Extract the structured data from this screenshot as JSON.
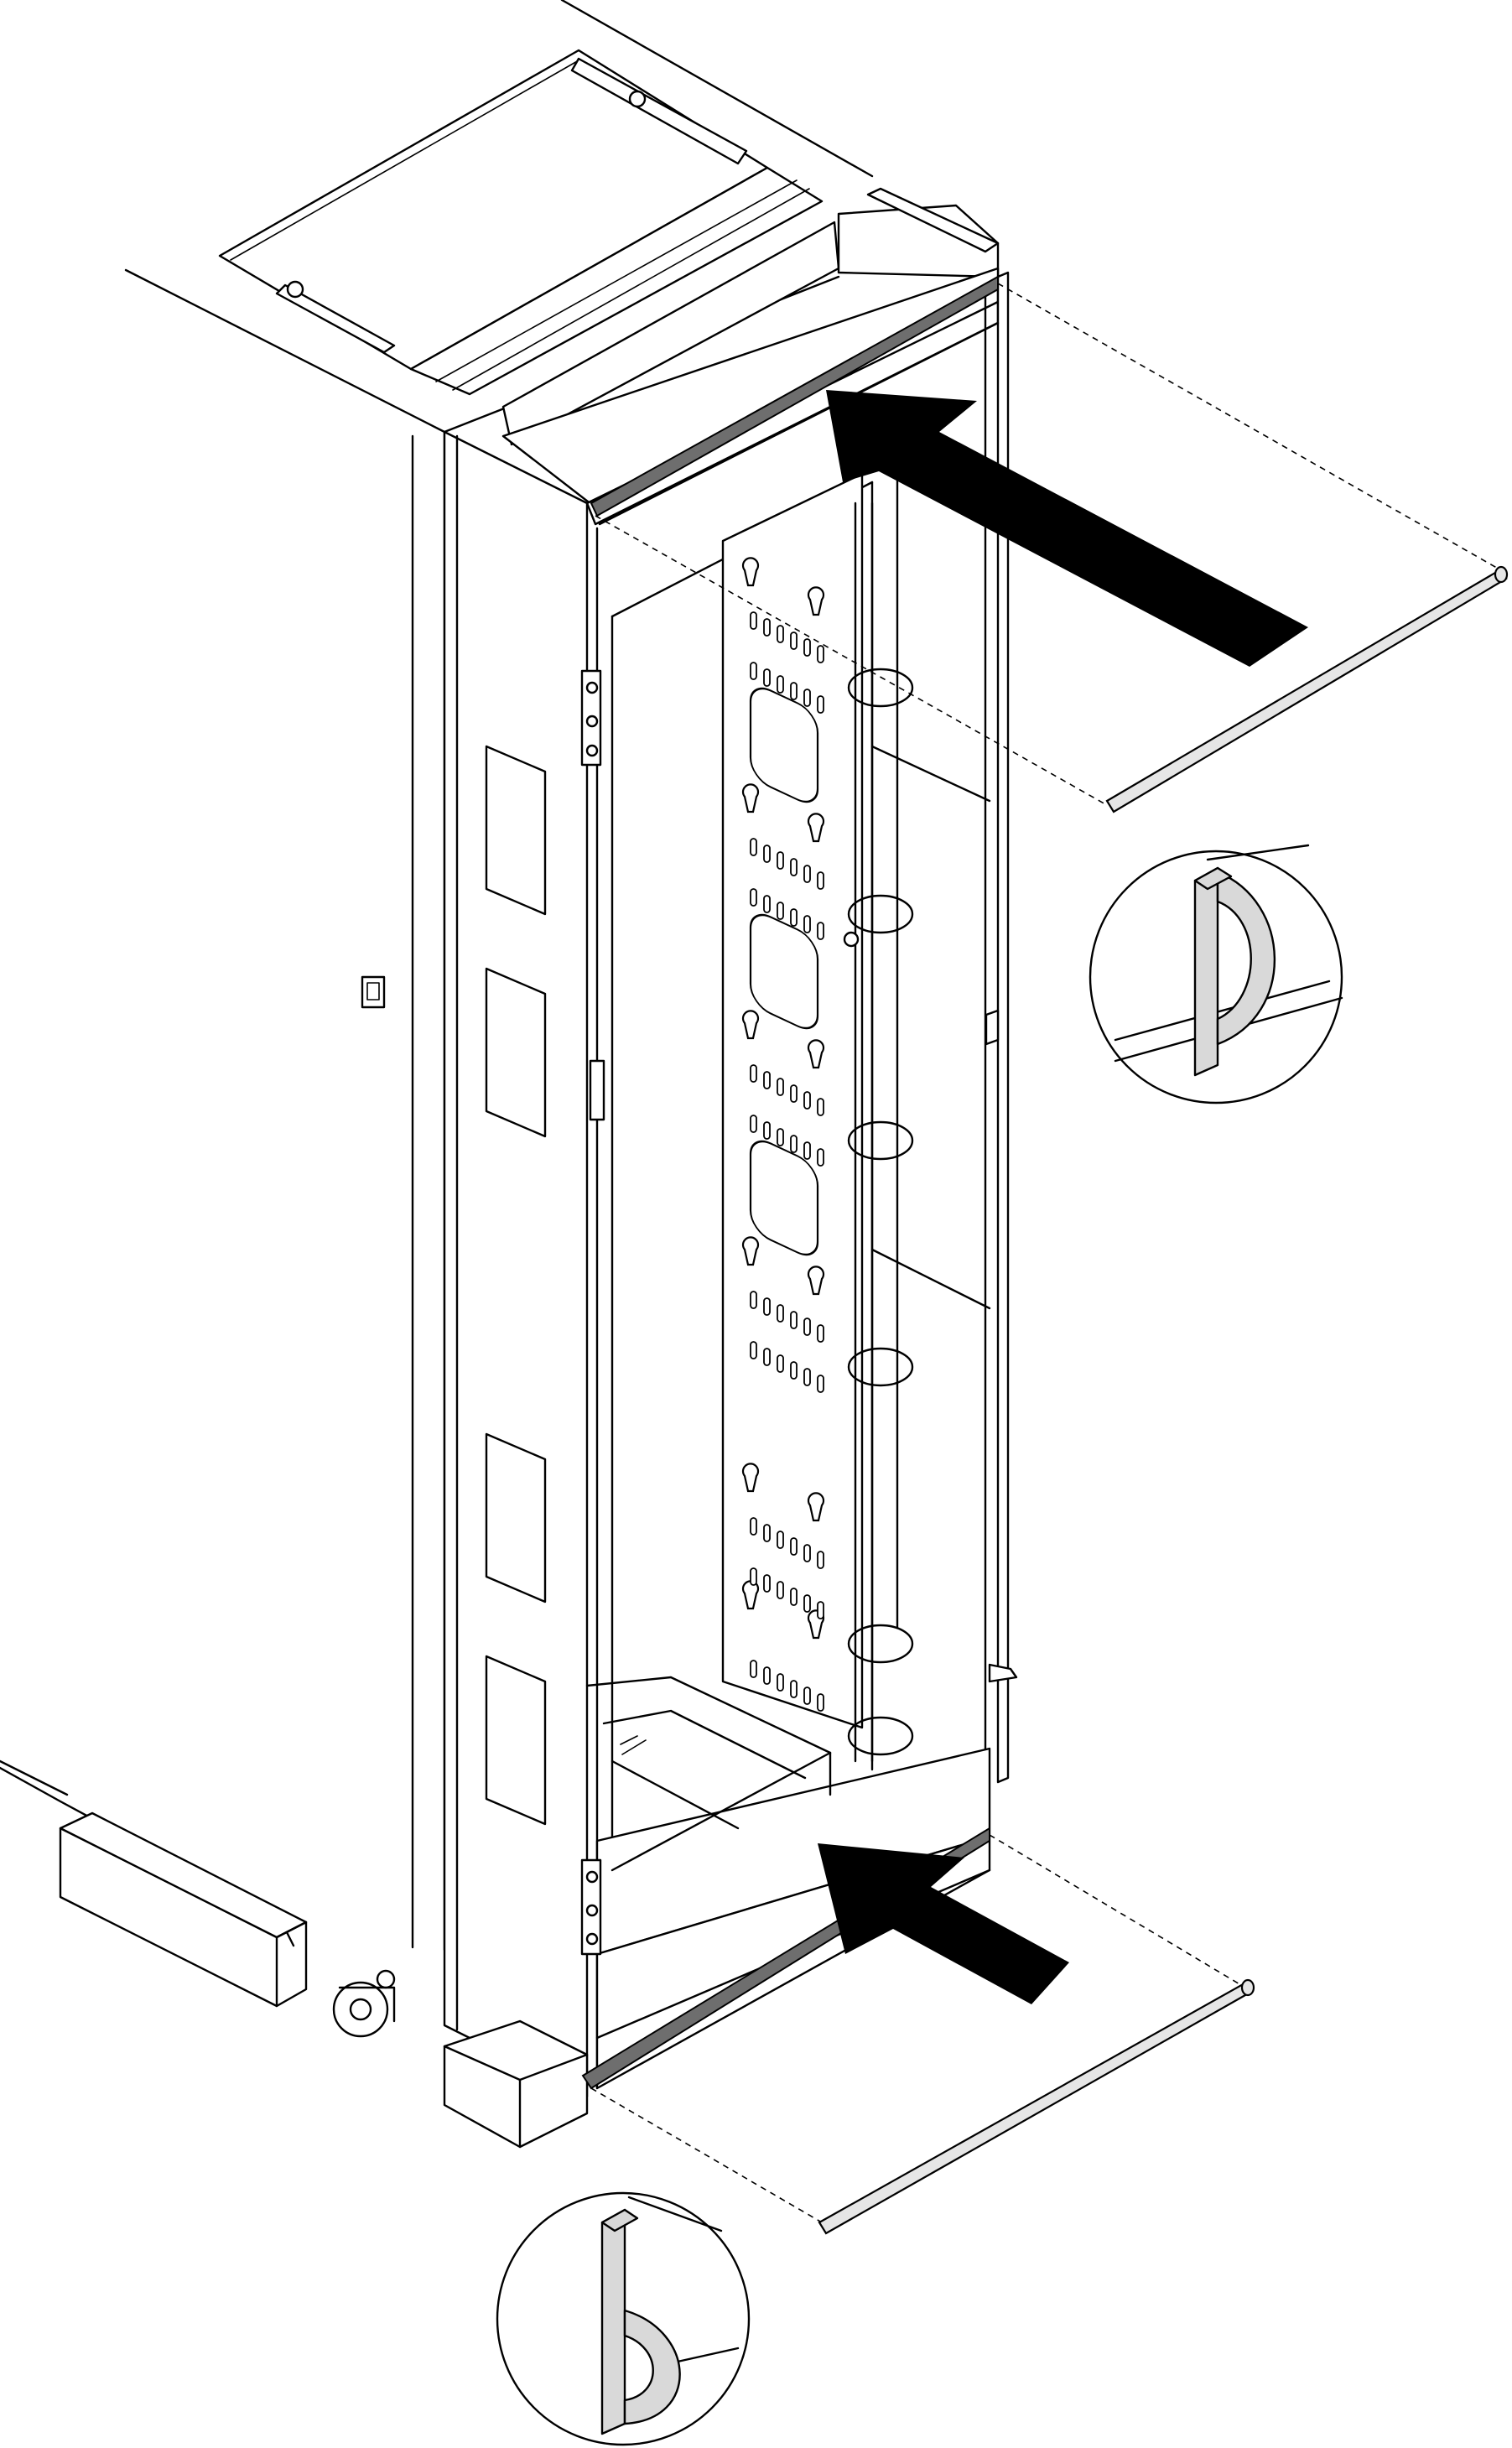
{
  "figure": {
    "kind": "technical-illustration",
    "subject": "rack-cabinet-trim-installation",
    "colors": {
      "line": "#000000",
      "background": "#ffffff",
      "trim_strip": "#6e6e6e",
      "trim_part": "#e6e6e6",
      "profile_fill": "#d9d9d9"
    },
    "callouts": [
      {
        "icon": "trim-profile-detail-icon",
        "position_word": "right-middle"
      },
      {
        "icon": "trim-profile-detail-icon",
        "position_word": "bottom-left"
      }
    ],
    "arrows": [
      {
        "icon": "insert-arrow-icon",
        "target": "top-trim"
      },
      {
        "icon": "insert-arrow-icon",
        "target": "bottom-trim"
      }
    ]
  }
}
